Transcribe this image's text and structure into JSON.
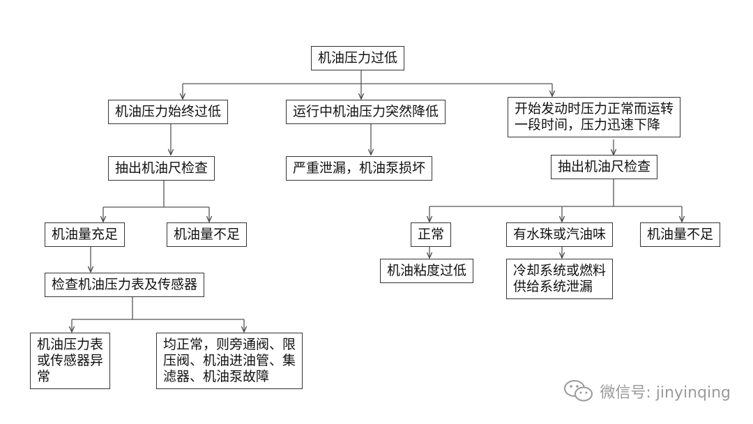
{
  "nodes": {
    "root": "机油压力过低",
    "a1": "机油压力始终过低",
    "a2": "抽出机油尺检查",
    "a3": "机油量充足",
    "a4": "机油量不足",
    "a5": "检查机油压力表及传感器",
    "a6": "机油压力表\n或传感器异\n常",
    "a7": "均正常，则旁通阀、限\n压阀、机油进油管、集\n滤器、机油泵故障",
    "b1": "运行中机油压力突然降低",
    "b2": "严重泄漏，机油泵损坏",
    "c1": "开始发动时压力正常而运转\n一段时间，压力迅速下降",
    "c2": "抽出机油尺检查",
    "c3": "正常",
    "c4": "有水珠或汽油味",
    "c5": "机油量不足",
    "c6": "机油粘度过低",
    "c7": "冷却系统或燃料\n供给系统泄漏"
  },
  "watermark": {
    "text": "微信号: jinyinqing",
    "icon": "wechat-icon"
  }
}
